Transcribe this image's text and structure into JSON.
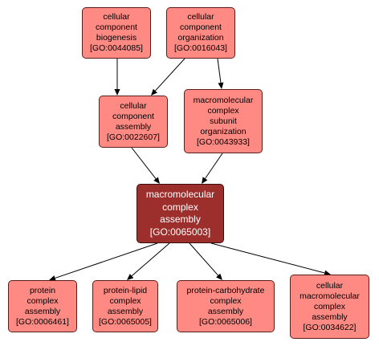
{
  "nodes": [
    {
      "id": "ccb",
      "lines": [
        "cellular",
        "component",
        "biogenesis"
      ],
      "term": "[GO:0044085]"
    },
    {
      "id": "cco",
      "lines": [
        "cellular",
        "component",
        "organization"
      ],
      "term": "[GO:0016043]"
    },
    {
      "id": "cca",
      "lines": [
        "cellular",
        "component",
        "assembly"
      ],
      "term": "[GO:0022607]"
    },
    {
      "id": "mcso",
      "lines": [
        "macromolecular",
        "complex",
        "subunit",
        "organization"
      ],
      "term": "[GO:0043933]"
    },
    {
      "id": "mca",
      "lines": [
        "macromolecular",
        "complex",
        "assembly"
      ],
      "term": "[GO:0065003]"
    },
    {
      "id": "pca",
      "lines": [
        "protein",
        "complex",
        "assembly"
      ],
      "term": "[GO:0006461]"
    },
    {
      "id": "plca",
      "lines": [
        "protein-lipid",
        "complex",
        "assembly"
      ],
      "term": "[GO:0065005]"
    },
    {
      "id": "pcca",
      "lines": [
        "protein-carbohydrate",
        "complex",
        "assembly"
      ],
      "term": "[GO:0065006]"
    },
    {
      "id": "cmca",
      "lines": [
        "cellular",
        "macromolecular",
        "complex",
        "assembly"
      ],
      "term": "[GO:0034622]"
    }
  ],
  "edges": [
    {
      "from": "ccb",
      "to": "cca"
    },
    {
      "from": "cco",
      "to": "cca"
    },
    {
      "from": "cco",
      "to": "mcso"
    },
    {
      "from": "cca",
      "to": "mca"
    },
    {
      "from": "mcso",
      "to": "mca"
    },
    {
      "from": "mca",
      "to": "pca"
    },
    {
      "from": "mca",
      "to": "plca"
    },
    {
      "from": "mca",
      "to": "pcca"
    },
    {
      "from": "mca",
      "to": "cmca"
    }
  ],
  "focus_node": "mca"
}
